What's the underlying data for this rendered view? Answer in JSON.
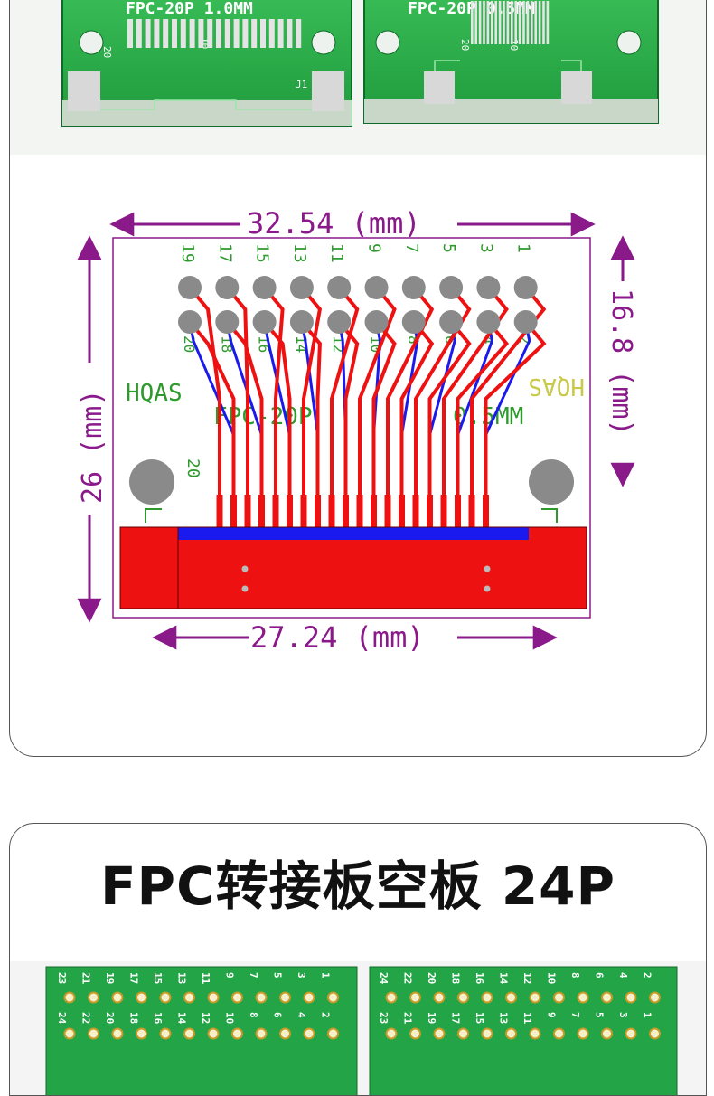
{
  "photo1": {
    "boards": [
      {
        "label": "FPC-20P 1.0MM",
        "pin_a": "20",
        "pin_b": "10",
        "pin_j": "J1"
      },
      {
        "label": "FPC-20P 0.5MM",
        "pin_a": "20",
        "pin_b": "10"
      }
    ]
  },
  "drawing": {
    "dim_top": "32.54 (mm)",
    "dim_bottom": "27.24 (mm)",
    "dim_left": "26 (mm)",
    "dim_right": "16.8 (mm)",
    "pin_labels": [
      "19",
      "17",
      "15",
      "13",
      "11",
      "9",
      "7",
      "5",
      "3",
      "1"
    ],
    "pin_labels_lower": [
      "20",
      "18",
      "16",
      "14",
      "12",
      "10",
      "8",
      "6",
      "4",
      "2"
    ],
    "silk_left": "HQAS",
    "silk_right": "HQAS",
    "silk_mid": "FPC-20P",
    "silk_mm": "0.5MM",
    "pin20": "20",
    "colors": {
      "purple": "#8a1a8a",
      "red": "#ee1111",
      "blue": "#1a1aee",
      "green": "#2e9a2e",
      "pad": "#8a8a8a"
    }
  },
  "card2": {
    "title": "FPC转接板空板 24P",
    "left_board_top": [
      "23",
      "21",
      "19",
      "17",
      "15",
      "13",
      "11",
      "9",
      "7",
      "5",
      "3",
      "1"
    ],
    "left_board_bot": [
      "24",
      "22",
      "20",
      "18",
      "16",
      "14",
      "12",
      "10",
      "8",
      "6",
      "4",
      "2"
    ],
    "right_board_top": [
      "24",
      "22",
      "20",
      "18",
      "16",
      "14",
      "12",
      "10",
      "8",
      "6",
      "4",
      "2"
    ],
    "right_board_bot": [
      "23",
      "21",
      "19",
      "17",
      "15",
      "13",
      "11",
      "9",
      "7",
      "5",
      "3",
      "1"
    ]
  }
}
